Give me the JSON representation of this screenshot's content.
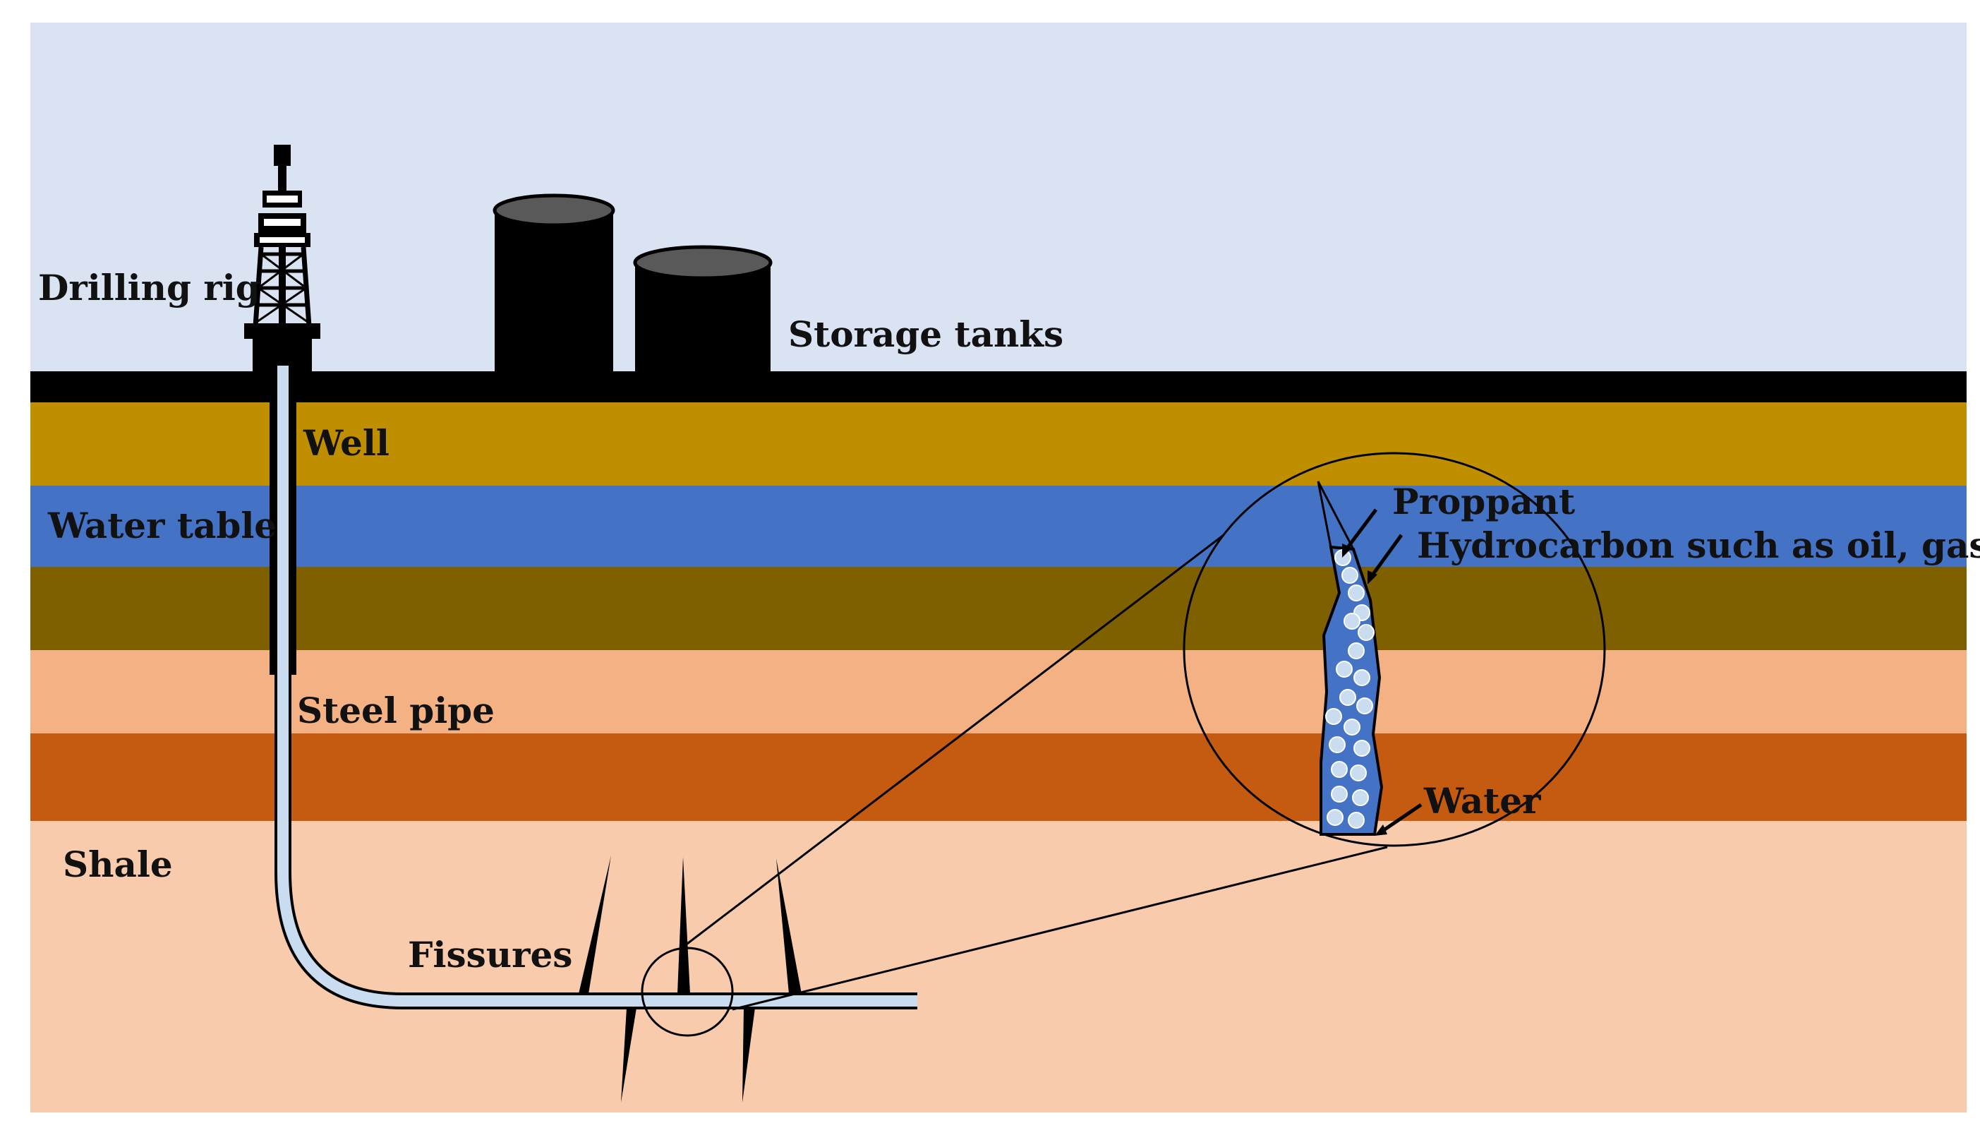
{
  "labels": {
    "drilling_rig": "Drilling rig",
    "storage_tanks": "Storage tanks",
    "well": "Well",
    "water_table": "Water table",
    "steel_pipe": "Steel pipe",
    "shale": "Shale",
    "fissures": "Fissures",
    "proppant": "Proppant",
    "hydrocarbon": "Hydrocarbon such as oil, gas",
    "water": "Water"
  },
  "colors": {
    "sky": "#dae3f2",
    "ground_surface": "#000000",
    "layer_topsoil": "#bf8f00",
    "layer_water_table": "#4472c4",
    "layer_olive": "#7f6000",
    "layer_light_salmon": "#f4b183",
    "layer_orange": "#c55a11",
    "layer_shale": "#f8cbad",
    "pipe_fill": "#c9dcf0",
    "proppant_fluid": "#4472c4",
    "tank_top": "#595959"
  }
}
